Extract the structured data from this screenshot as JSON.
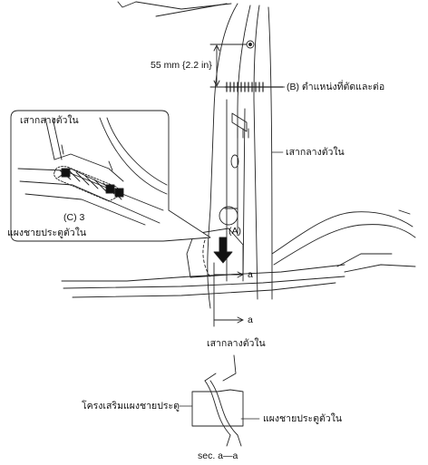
{
  "labels": {
    "dimension": "55 mm {2.2 in}",
    "cut_position": "(B) ตำแหน่งที่ตัดและต่อ",
    "pillar_inner_right": "เสากลางตัวใน",
    "inset_pillar_inner": "เสากลางตัวใน",
    "inset_part_c": "(C) 3",
    "inset_sill_inner": "แผงชายประตูตัวใน",
    "marker_a": "(A)",
    "section_arrow_upper": "a",
    "section_arrow_lower": "a",
    "section_pillar_inner": "เสากลางตัวใน",
    "section_reinforcement": "โครงเสริมแผงชายประตู",
    "section_sill_inner": "แผงชายประตูตัวใน",
    "section_title": "sec. a—a"
  }
}
